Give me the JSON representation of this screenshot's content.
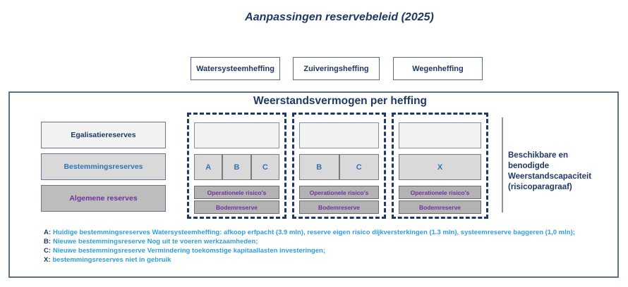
{
  "page_title": "Aanpassingen reservebeleid (2025)",
  "taxes": [
    {
      "label": "Watersysteemheffing"
    },
    {
      "label": "Zuiveringsheffing"
    },
    {
      "label": "Wegenheffing"
    }
  ],
  "panel": {
    "title": "Weerstandsvermogen per heffing",
    "reserve_rows": [
      {
        "label": "Egalisatiereserves"
      },
      {
        "label": "Bestemmingsreserves"
      },
      {
        "label": "Algemene reserves"
      }
    ],
    "columns": [
      {
        "tax": "Watersysteemheffing",
        "cells": [
          "A",
          "B",
          "C"
        ],
        "risk_label": "Operationele risico's",
        "floor_label": "Bodemreserve"
      },
      {
        "tax": "Zuiveringsheffing",
        "cells": [
          "B",
          "C"
        ],
        "risk_label": "Operationele risico's",
        "floor_label": "Bodemreserve"
      },
      {
        "tax": "Wegenheffing",
        "cells": [
          "X"
        ],
        "risk_label": "Operationele risico's",
        "floor_label": "Bodemreserve"
      }
    ],
    "capacity_note": "Beschikbare en\nbenodigde\nWeerstandscapaciteit\n(risicoparagraaf)",
    "footnotes": [
      {
        "label": "A:",
        "text": "Huidige bestemmingsreserves Watersysteemheffing: afkoop erfpacht (3.9 mln), reserve eigen risico dijkversterkingen (1.3 mln),  systeemreserve baggeren (1,0 mln);"
      },
      {
        "label": "B:",
        "text": "Nieuwe bestemmingsreserve  Nog uit te voeren werkzaamheden;"
      },
      {
        "label": "C:",
        "text": "Nieuwe bestemmingsreserve Vermindering toekomstige kapitaallasten investeringen;"
      },
      {
        "label": "X:",
        "text": "bestemmingsreserves niet in gebruik"
      }
    ]
  },
  "colors": {
    "navy": "#1f3864",
    "cell_blue": "#2e75b6",
    "purple": "#7030a0",
    "footnote_blue": "#2e9fdf",
    "fill_light": "#f2f2f2",
    "fill_mid": "#d9d9d9",
    "fill_dark": "#b3b3b3"
  }
}
